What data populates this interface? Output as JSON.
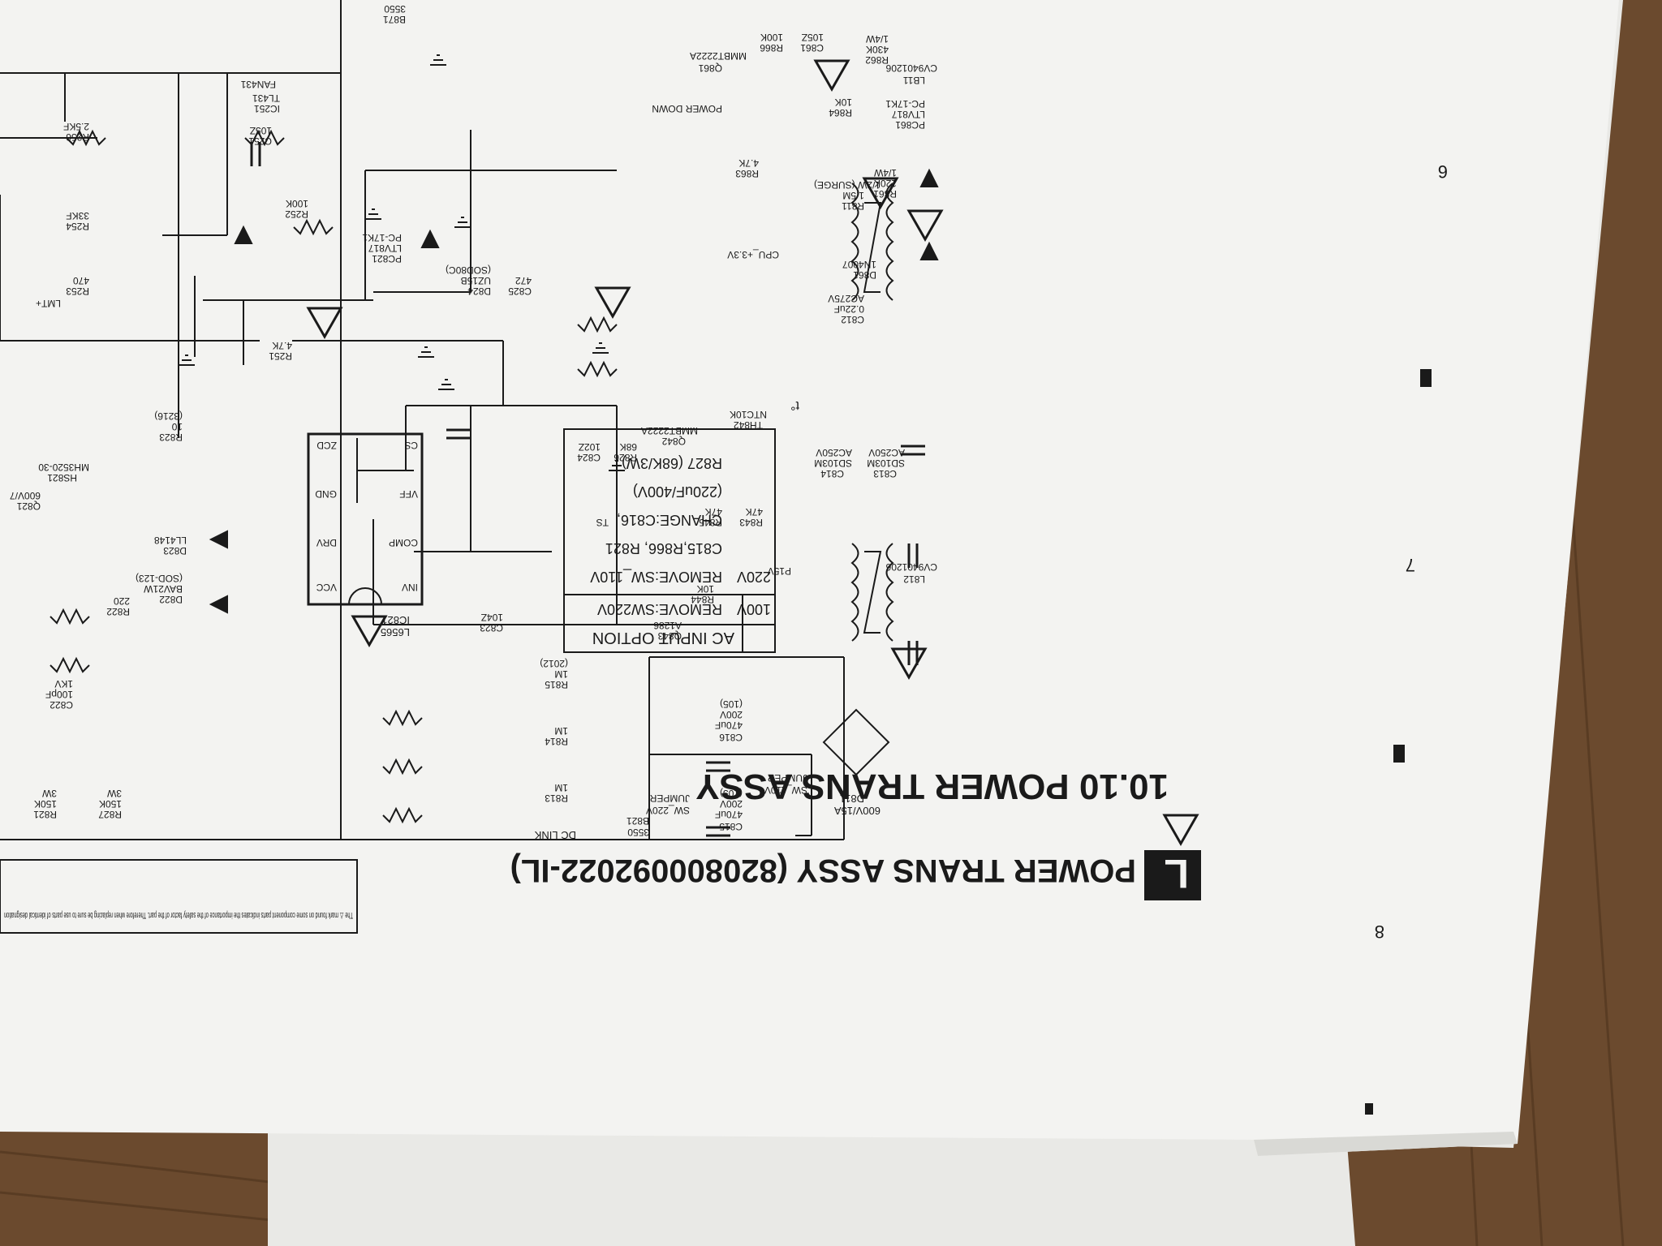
{
  "colors": {
    "desk": "#6b4a2e",
    "desk_grain": "#4e331d",
    "paper": "#f3f3f1",
    "paper_back": "#e9e9e6",
    "paper_edge": "#ffffff",
    "ink": "#1a1a1a"
  },
  "document": {
    "section_title": "10.10 POWER TRANS ASSY",
    "assy_badge": "L",
    "assy_title": "POWER TRANS ASSY (820800092022-IL)",
    "safety_note": "The ⚠ mark found on some component parts indicates the importance of the safety factor of the part. Therefore when replacing be sure to use parts of identical designation",
    "page_column_numbers": [
      "6",
      "7",
      "8"
    ]
  },
  "option_table": {
    "title": "AC INPUT OPTION",
    "rows": [
      {
        "voltage": "100V",
        "lines": [
          "REMOVE:SW220V"
        ]
      },
      {
        "voltage": "220V",
        "lines": [
          "REMOVE:SW_110V",
          "C815,R866, R821",
          "CHANGE:C816,",
          "(220uF/400V)",
          "R827 (68K/3W)"
        ]
      }
    ]
  },
  "labels": {
    "ic821": "IC821",
    "ic821_part": "L6565",
    "ic251": "IC251",
    "ic251_part": "TL431",
    "fan431": "FAN431",
    "pc821": "PC821",
    "pc821_part": "LTV817",
    "pc_part2": "PC-17K1",
    "pc861": "PC861",
    "pc861_part": "LTV817",
    "q861": "Q861",
    "q861_part": "MMBT2222A",
    "q842": "Q842",
    "q842_part": "MMBT2222A",
    "q843": "Q843",
    "q843_part": "A1286",
    "lb11": "LB11",
    "lb11_part": "CV9401206",
    "l812": "L812",
    "l812_part": "CV9401206",
    "d811": "D811",
    "d811_part": "600V/15A",
    "d861": "D861",
    "d861_part": "1N4007",
    "c812": "C812",
    "c812_val": "0.22uF",
    "c812_rating": "AC275V",
    "c813": "C813",
    "c813_val": "SD103M",
    "c813_rating": "AC250V",
    "c814": "C814",
    "c814_val": "SD103M",
    "c814_rating": "AC250V",
    "c815": "C815",
    "c815_val": "470uF",
    "c815_rating": "200V",
    "c815_pkg": "(105)",
    "c816": "C816",
    "c816_val": "470uF",
    "c816_rating": "200V",
    "c816_pkg": "(105)",
    "sw220": "SW_220V",
    "sw220_sub": "JUMPER",
    "sw110": "SW_110V",
    "sw110_sub": "JUMPER",
    "dc_link": "DC LINK",
    "b821": "B821",
    "b821_val": "3550",
    "b871": "B871",
    "b871_val": "3550",
    "r813": "R813",
    "r814": "R814",
    "r815": "R815",
    "val_1m": "1M",
    "pkg_2012": "(2012)",
    "r811": "R811",
    "r811_val": "1.5M",
    "r811_rating": "1/2W (SURGE)",
    "r861": "R861",
    "r861_val": "120K",
    "r861_rating": "1/4W",
    "r862": "R862",
    "r862_val": "430K",
    "r862_rating": "1/4W",
    "r863": "R863",
    "r863_val": "4.7K",
    "r864": "R864",
    "r864_val": "10K",
    "r866": "R866",
    "r866_val": "100K",
    "c861": "C861",
    "c861_val": "105Z",
    "power_down": "POWER DOWN",
    "cpu_33v": "CPU_+3.3V",
    "th842": "TH842",
    "th842_part": "NTC10K",
    "r843": "R843",
    "r843_val": "47K",
    "r845": "R845",
    "r845_val": "47K",
    "r844": "R844",
    "r844_val": "10K",
    "p15v": "P15V",
    "r826": "R826",
    "r826_val": "68K",
    "c824": "C824",
    "c824_val": "102Z",
    "c823": "C823",
    "c823_val": "104Z",
    "c825": "C825",
    "c825_val": "472",
    "d824": "D824",
    "d824_part": "UZ15B",
    "d824_pkg": "(SOD80C)",
    "d822": "D822",
    "d822_part": "BAV21W",
    "d822_pkg": "(SOD-123)",
    "d823": "D823",
    "d823_part": "LL4148",
    "r823": "R823",
    "r823_val": "10",
    "r823_pkg": "(3216)",
    "r822": "R822",
    "r822_val": "220",
    "r251": "R251",
    "r251_val": "4.7K",
    "r252": "R252",
    "r252_val": "100K",
    "r253": "R253",
    "r253_val": "470",
    "r254": "R254",
    "r254_val": "33KF",
    "r256": "R256",
    "r256_val": "2.5KF",
    "c251": "C251",
    "c251_val": "105Z",
    "hs821": "HS821",
    "hs821_part": "MH3520-30",
    "q821": "Q821",
    "q821_part": "600V/7",
    "c822": "C822",
    "c822_val": "100pF",
    "c822_rating": "1KV",
    "r827": "R827",
    "r827_val": "150K",
    "r827_rating": "3W",
    "r821": "R821",
    "r821_val": "150K",
    "r821_rating": "3W",
    "pin_vcc": "VCC",
    "pin_inv": "INV",
    "pin_drv": "DRV",
    "pin_comp": "COMP",
    "pin_gnd": "GND",
    "pin_vff": "VFF",
    "pin_zcd": "ZCD",
    "pin_cs": "CS",
    "ts": "TS",
    "lmt": "LMT+",
    "t_deg": "t°"
  }
}
